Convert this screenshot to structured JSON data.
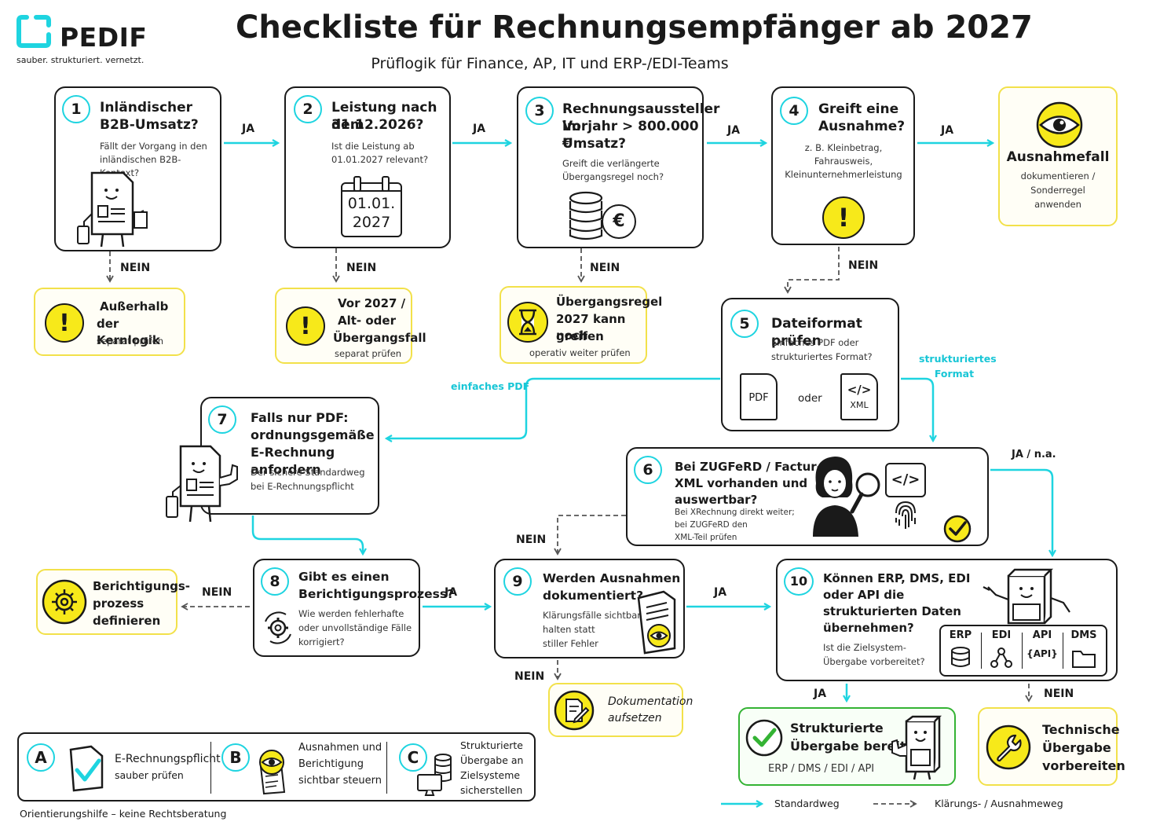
{
  "header": {
    "logo_text": "PEDIF",
    "tagline": "sauber. strukturiert. vernetzt.",
    "title": "Checkliste für Rechnungsempfänger ab 2027",
    "subtitle": "Prüflogik für Finance, AP, IT und ERP-/EDI-Teams"
  },
  "steps": {
    "s1": {
      "num": "1",
      "title_1": "Inländischer",
      "title_2": "B2B-Umsatz?",
      "sub_1": "Fällt der Vorgang in den",
      "sub_2": "inländischen B2B-Kontext?"
    },
    "s2": {
      "num": "2",
      "title_1": "Leistung nach dem",
      "title_2": "31.12.2026?",
      "sub_1": "Ist die Leistung ab",
      "sub_2": "01.01.2027 relevant?",
      "cal_1": "01.01.",
      "cal_2": "2027"
    },
    "s3": {
      "num": "3",
      "title_1": "Rechnungsaussteller im",
      "title_2": "Vorjahr > 800.000 €",
      "title_3": "Umsatz?",
      "sub_1": "Greift die verlängerte",
      "sub_2": "Übergangsregel noch?",
      "coin": "€"
    },
    "s4": {
      "num": "4",
      "title_1": "Greift eine",
      "title_2": "Ausnahme?",
      "sub_1": "z. B. Kleinbetrag,",
      "sub_2": "Fahrausweis,",
      "sub_3": "Kleinunternehmerleistung"
    },
    "s5": {
      "num": "5",
      "title_1": "Dateiformat prüfen",
      "sub_1": "Einfaches PDF oder",
      "sub_2": "strukturiertes Format?",
      "pdf": "PDF",
      "oder": "oder",
      "xml_code": "</>",
      "xml": "XML"
    },
    "s6": {
      "num": "6",
      "title_1": "Bei ZUGFeRD / Factur-X:",
      "title_2": "XML vorhanden und",
      "title_3": "auswertbar?",
      "sub_1": "Bei XRechnung direkt weiter;",
      "sub_2": "bei ZUGFeRD den",
      "sub_3": "XML-Teil prüfen",
      "code": "</>"
    },
    "s7": {
      "num": "7",
      "title_1": "Falls nur PDF:",
      "title_2": "ordnungsgemäße",
      "title_3": "E-Rechnung anfordern",
      "sub_1": "Der sichere Standardweg",
      "sub_2": "bei E-Rechnungspflicht"
    },
    "s8": {
      "num": "8",
      "title_1": "Gibt es einen",
      "title_2": "Berichtigungsprozess?",
      "sub_1": "Wie werden fehlerhafte",
      "sub_2": "oder unvollständige Fälle",
      "sub_3": "korrigiert?"
    },
    "s9": {
      "num": "9",
      "title_1": "Werden Ausnahmen",
      "title_2": "dokumentiert?",
      "sub_1": "Klärungsfälle sichtbar",
      "sub_2": "halten statt",
      "sub_3": "stiller Fehler"
    },
    "s10": {
      "num": "10",
      "title_1": "Können ERP, DMS, EDI",
      "title_2": "oder API die",
      "title_3": "strukturierten Daten",
      "title_4": "übernehmen?",
      "sub_1": "Ist die Zielsystem-",
      "sub_2": "Übergabe vorbereitet?",
      "systems": [
        {
          "label": "ERP"
        },
        {
          "label": "EDI"
        },
        {
          "label": "API",
          "glyph": "{API}"
        },
        {
          "label": "DMS"
        }
      ]
    }
  },
  "outcomes": {
    "o1": {
      "title_1": "Außerhalb",
      "title_2": "der Kernlogik",
      "sub_1": "separat prüfen",
      "glyph": "!"
    },
    "o2": {
      "title_1": "Vor 2027 /",
      "title_2": "Alt- oder",
      "title_3": "Übergangsfall",
      "sub_1": "separat prüfen",
      "glyph": "!"
    },
    "o3": {
      "title_1": "Übergangsregel",
      "title_2": "2027 kann noch",
      "title_3": "greifen",
      "sub_1": "operativ weiter prüfen"
    },
    "o4": {
      "title_1": "Ausnahmefall",
      "sub_1": "dokumentieren /",
      "sub_2": "Sonderregel",
      "sub_3": "anwenden",
      "glyph": "!"
    },
    "o8": {
      "title_1": "Berichtigungs-",
      "title_2": "prozess",
      "title_3": "definieren"
    },
    "o9": {
      "title_1": "Dokumentation",
      "title_2": "aufsetzen"
    },
    "o10a": {
      "title_1": "Strukturierte",
      "title_2": "Übergabe bereit",
      "sub_1": "ERP / DMS / EDI / API"
    },
    "o10b": {
      "title_1": "Technische",
      "title_2": "Übergabe",
      "title_3": "vorbereiten"
    }
  },
  "connectors": {
    "ja": "JA",
    "nein": "NEIN",
    "einfaches_pdf": "einfaches PDF",
    "strukturiertes_1": "strukturiertes",
    "strukturiertes_2": "Format",
    "ja_na": "JA / n.a."
  },
  "summary": {
    "a": {
      "letter": "A",
      "line_1": "E-Rechnungspflicht",
      "line_2": "sauber prüfen"
    },
    "b": {
      "letter": "B",
      "line_1": "Ausnahmen und",
      "line_2": "Berichtigung",
      "line_3": "sichtbar steuern"
    },
    "c": {
      "letter": "C",
      "line_1": "Strukturierte",
      "line_2": "Übergabe an",
      "line_3": "Zielsysteme",
      "line_4": "sicherstellen"
    }
  },
  "footer": {
    "disclaimer": "Orientierungshilfe – keine Rechtsberatung",
    "legend_standard": "Standardweg",
    "legend_klaerung": "Klärungs- / Ausnahmeweg"
  },
  "colors": {
    "accent": "#1ed4e0",
    "yellow": "#f7e91a",
    "green": "#34b334",
    "ink": "#1a1a1a"
  }
}
